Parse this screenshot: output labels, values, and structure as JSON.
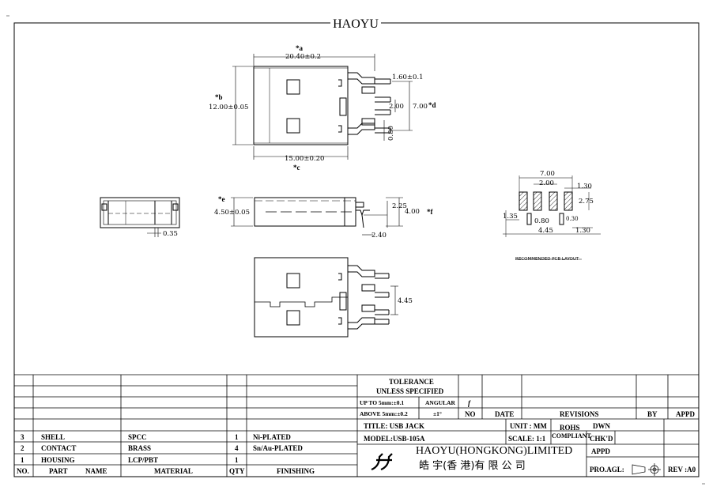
{
  "header": {
    "brand": "HAOYU"
  },
  "dims": {
    "a_mark": "*a",
    "a_val": "20.40±0.2",
    "b_mark": "*b",
    "b_val": "12.00±0.05",
    "c_mark": "*c",
    "c_val": "15.00±0.20",
    "d_mark": "*d",
    "d_pitch": "2.00",
    "d_val": "7.00",
    "pin_w": "1.60±0.1",
    "pin_gap": "0.80",
    "e_mark": "*e",
    "e_val": "4.50±0.05",
    "f_mark": "*f",
    "f_val": "4.00",
    "f_225": "2.25",
    "f_240": "2.40",
    "side_035": "0.35",
    "bottom_445": "4.45"
  },
  "pcb": {
    "label": "RECOMMENDED PCB LAYOUT",
    "d700": "7.00",
    "d200": "2.00",
    "d130a": "1.30",
    "d275": "2.75",
    "d135": "1.35",
    "d080": "0.80",
    "d030": "0.30",
    "d445": "4.45",
    "d130b": "1.30"
  },
  "bom": {
    "rows": [
      {
        "no": "3",
        "part": "SHELL",
        "material": "SPCC",
        "qty": "1",
        "finish": "Ni-PLATED"
      },
      {
        "no": "2",
        "part": "CONTACT",
        "material": "BRASS",
        "qty": "4",
        "finish": "Sn/Au-PLATED"
      },
      {
        "no": "1",
        "part": "HOUSING",
        "material": "LCP/PBT",
        "qty": "1",
        "finish": ""
      }
    ],
    "head": {
      "no": "NO.",
      "part": "PART",
      "name": "NAME",
      "material": "MATERIAL",
      "qty": "QTY",
      "finish": "FINISHING"
    }
  },
  "tolerance": {
    "title1": "TOLERANCE",
    "title2": "UNLESS   SPECIFIED",
    "r1a": "UP TO 5mm:±0.1",
    "r1b": "ANGULAR",
    "r1c": "f",
    "r2a": "ABOVE 5mm:±0.2",
    "r2b": "±1°"
  },
  "revisions": {
    "no": "NO",
    "date": "DATE",
    "rev": "REVISIONS",
    "by": "BY",
    "appd": "APPD"
  },
  "title_block": {
    "title": "TITLE:  USB JACK",
    "unit": "UNIT : MM",
    "rohs1": "ROHS",
    "rohs2": "COMPLIANT",
    "model": "MODEL:USB-105A",
    "scale": "SCALE:  1:1",
    "company_en": "HAOYU(HONGKONG)LIMITED",
    "company_cn": "皓 宇(香 港)有 限 公 司",
    "dwn": "DWN",
    "chkd": "CHK'D",
    "appd": "APPD",
    "proagl": "PRO.AGL:",
    "rev": "REV :A0"
  }
}
